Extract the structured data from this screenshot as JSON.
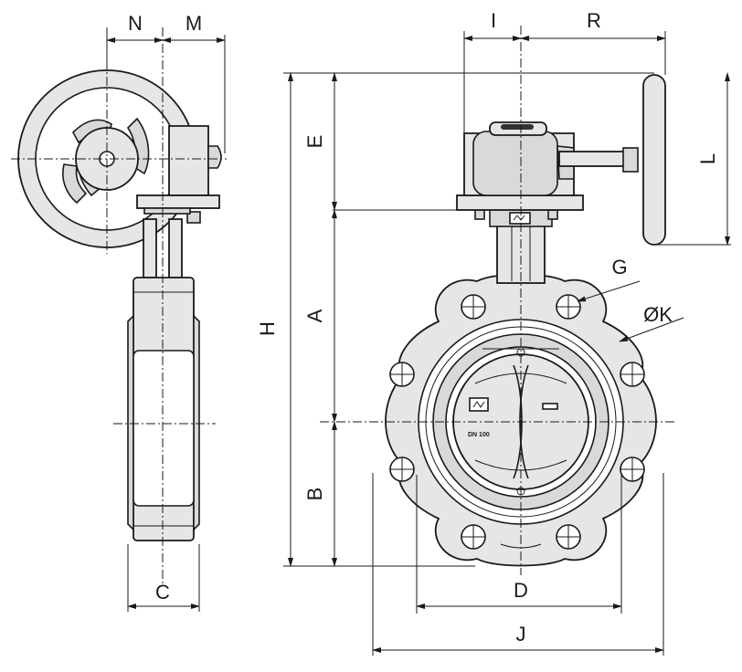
{
  "labels": {
    "N": "N",
    "M": "M",
    "I": "I",
    "R": "R",
    "E": "E",
    "L": "L",
    "H": "H",
    "A": "A",
    "B": "B",
    "C": "C",
    "D": "D",
    "J": "J",
    "G": "G",
    "K": "ØK"
  },
  "disc_marking": "DN 100"
}
